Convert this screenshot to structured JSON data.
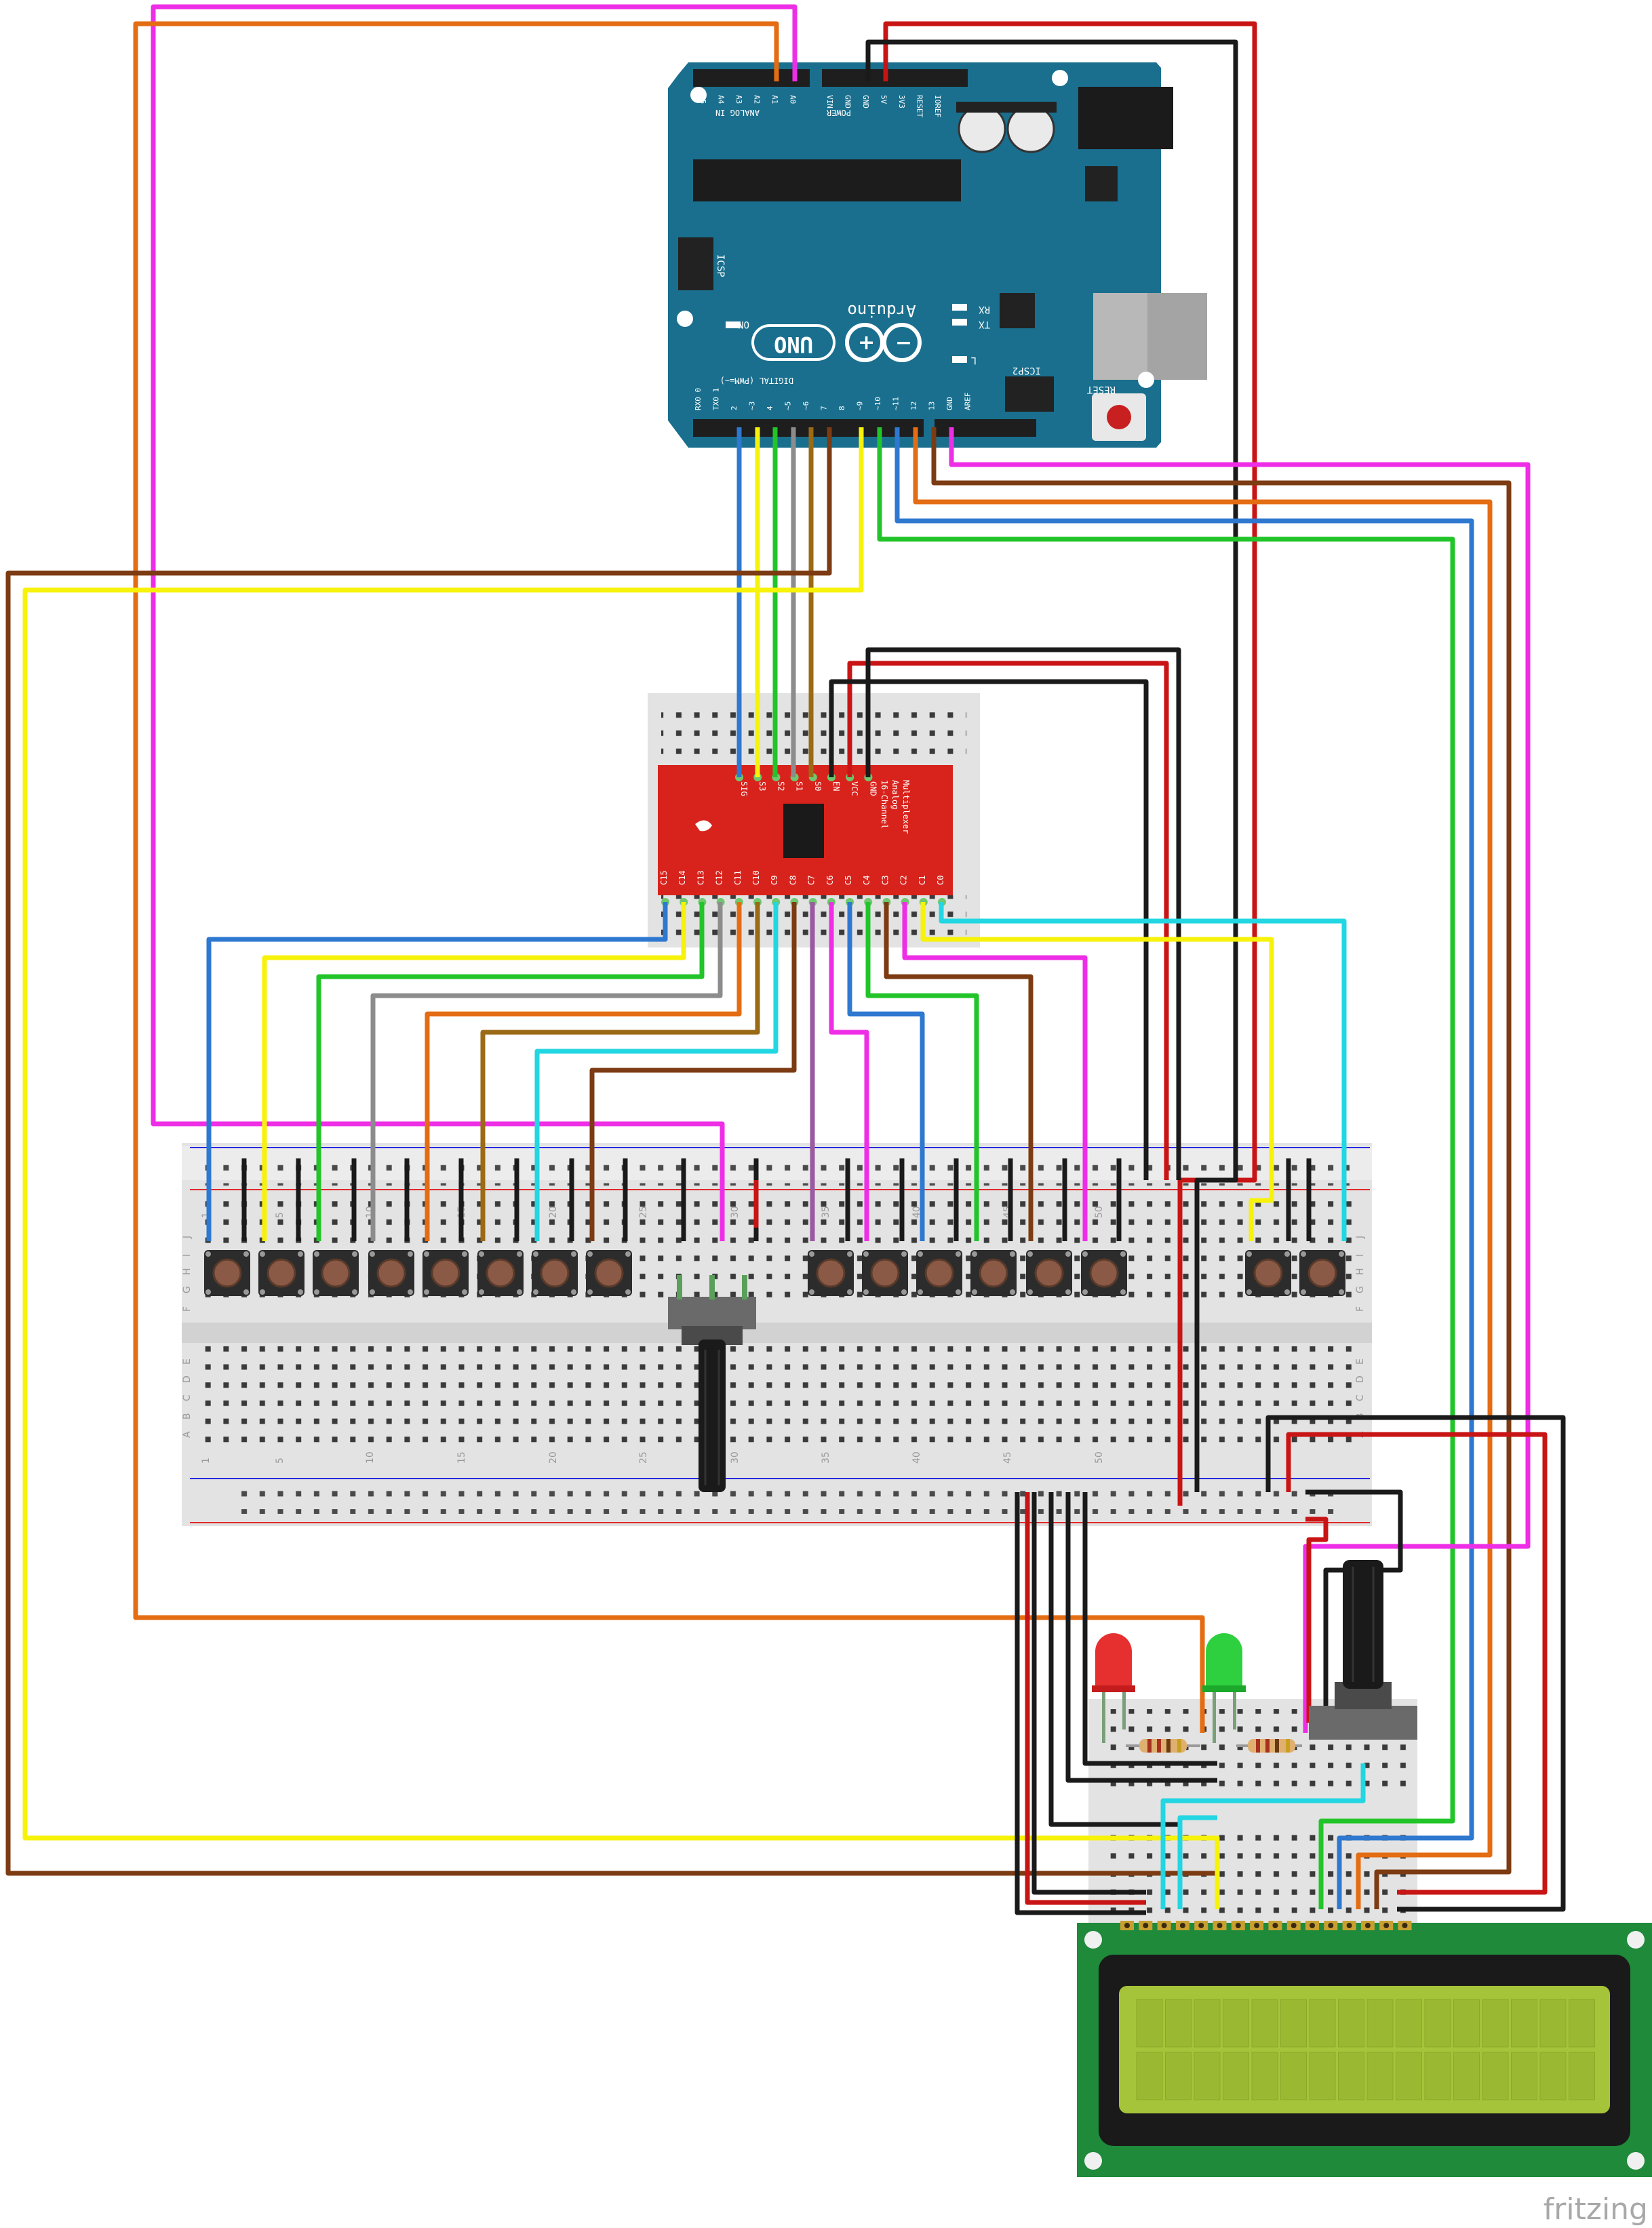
{
  "arduino": {
    "brand": "Arduino",
    "model": "UNO",
    "header_analog": "ANALOG IN",
    "header_power": "POWER",
    "header_digital": "DIGITAL (PWM=~)",
    "reset_label": "RESET",
    "icsp_label": "ICSP",
    "icsp2_label": "ICSP2",
    "on_label": "ON",
    "tx_label": "TX",
    "rx_label": "RX",
    "l_label": "L",
    "analog_pins": [
      "A5",
      "A4",
      "A3",
      "A2",
      "A1",
      "A0"
    ],
    "power_pins": [
      "VIN",
      "GND",
      "GND",
      "5V",
      "3V3",
      "RESET",
      "IOREF"
    ],
    "digital_pins": [
      "RX0 0",
      "TX0 1",
      "2",
      "~3",
      "4",
      "~5",
      "~6",
      "7",
      "8",
      "~9",
      "~10",
      "~11",
      "12",
      "13",
      "GND",
      "AREF"
    ]
  },
  "multiplexer": {
    "title_lines": [
      "16-Channel",
      "Analog",
      "Multiplexer"
    ],
    "top_pins": [
      "SIG",
      "S3",
      "S2",
      "S1",
      "S0",
      "EN",
      "VCC",
      "GND"
    ],
    "bottom_pins": [
      "C15",
      "C14",
      "C13",
      "C12",
      "C11",
      "C10",
      "C9",
      "C8",
      "C7",
      "C6",
      "C5",
      "C4",
      "C3",
      "C2",
      "C1",
      "C0"
    ]
  },
  "breadboard": {
    "column_numbers": [
      "1",
      "5",
      "10",
      "15",
      "20",
      "25",
      "30",
      "35",
      "40",
      "45",
      "50"
    ],
    "row_letters_top": [
      "J",
      "I",
      "H",
      "G",
      "F"
    ],
    "row_letters_bottom": [
      "E",
      "D",
      "C",
      "B",
      "A"
    ]
  },
  "wire_colors": {
    "black": "#1a1a1a",
    "red": "#c81414",
    "blue": "#2e78d0",
    "yellow": "#f7f20a",
    "green": "#22c42a",
    "orange": "#e46c12",
    "brown": "#7c3b12",
    "magenta": "#ee2ee6",
    "cyan": "#22d6e2",
    "gray": "#8c8c8c",
    "olive": "#9a6a14",
    "purple": "#9a5aa0"
  },
  "watermark": "fritzing"
}
